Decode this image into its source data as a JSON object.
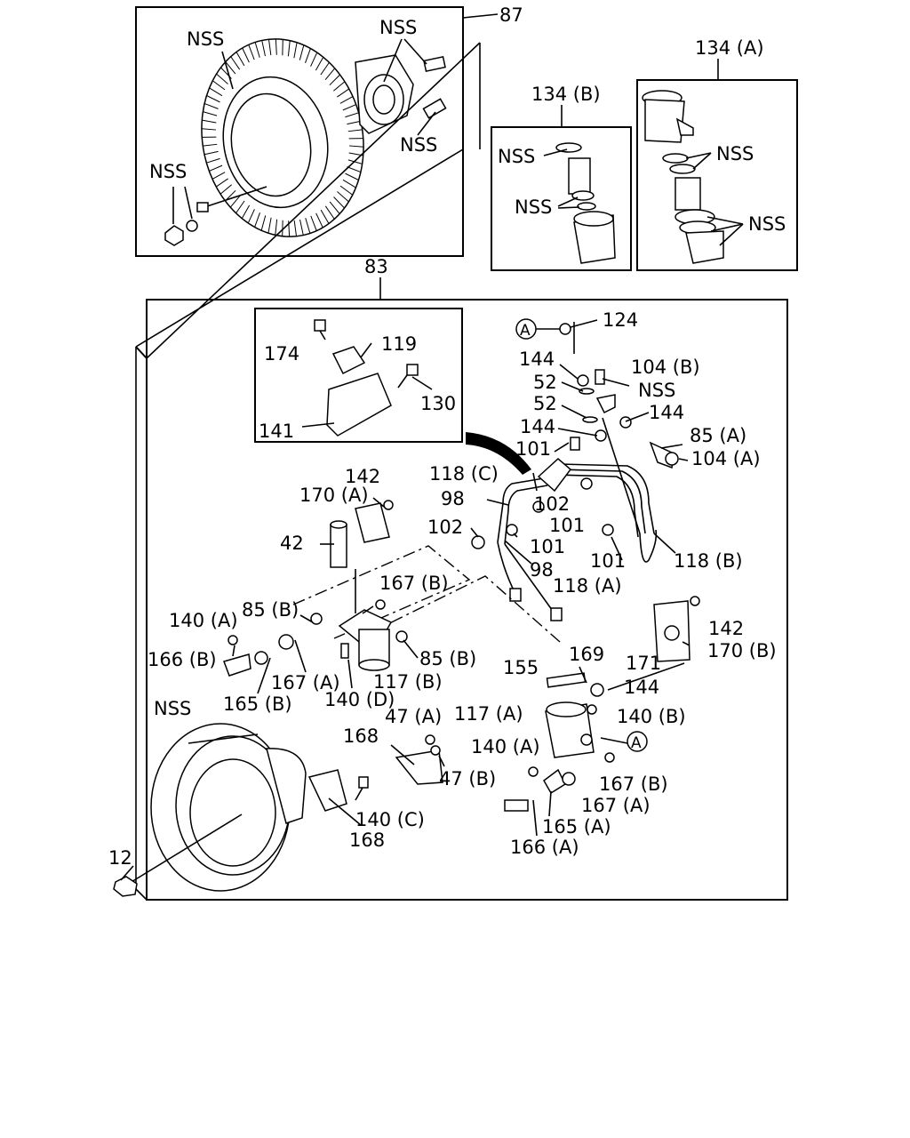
{
  "labels": {
    "l87": "87",
    "l83": "83",
    "l134a": "134 (A)",
    "l134b": "134 (B)",
    "nss": "NSS",
    "l174": "174",
    "l119": "119",
    "l130": "130",
    "l141": "141",
    "circle_a": "A",
    "l124": "124",
    "l144": "144",
    "l52": "52",
    "l104b": "104 (B)",
    "l104a": "104 (A)",
    "l85a": "85 (A)",
    "l85b": "85 (B)",
    "l101": "101",
    "l102": "102",
    "l98": "98",
    "l118a": "118 (A)",
    "l118b": "118 (B)",
    "l118c": "118 (C)",
    "l142": "142",
    "l170a": "170 (A)",
    "l170b": "170 (B)",
    "l42": "42",
    "l167a": "167 (A)",
    "l167b": "167 (B)",
    "l140a": "140 (A)",
    "l140b": "140 (B)",
    "l140c": "140 (C)",
    "l140d": "140 (D)",
    "l166a": "166 (A)",
    "l166b": "166 (B)",
    "l165a": "165 (A)",
    "l165b": "165 (B)",
    "l117a": "117 (A)",
    "l117b": "117 (B)",
    "l155": "155",
    "l169": "169",
    "l171": "171",
    "l47a": "47 (A)",
    "l47b": "47 (B)",
    "l168": "168",
    "l12": "12"
  }
}
